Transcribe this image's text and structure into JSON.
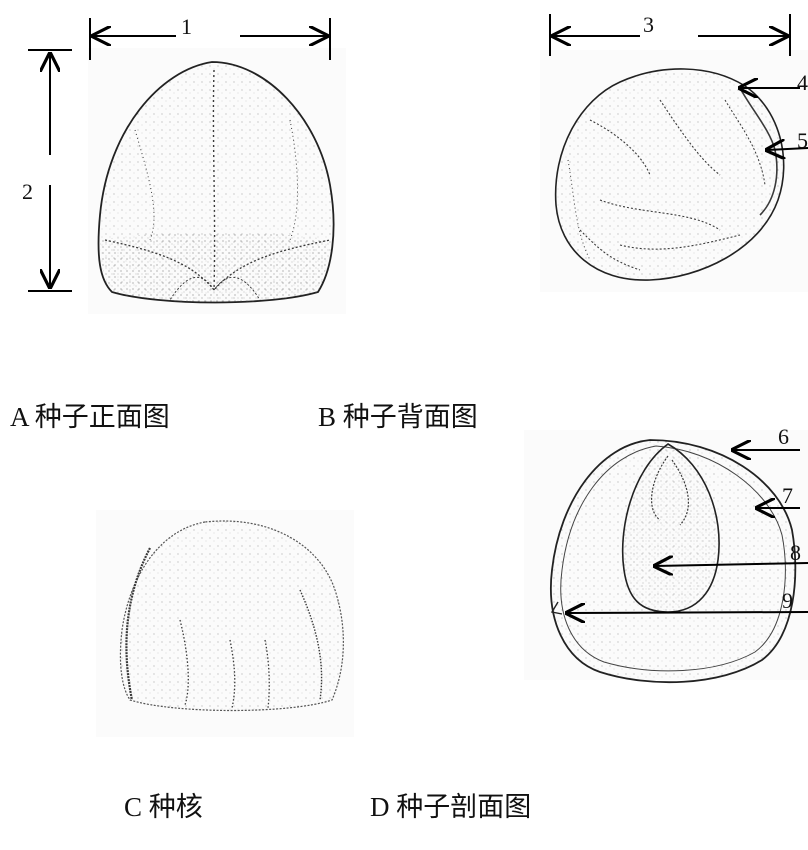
{
  "captions": {
    "a": "A 种子正面图",
    "b": "B 种子背面图",
    "c": "C 种核",
    "d": "D 种子剖面图"
  },
  "labels": {
    "n1": "1",
    "n2": "2",
    "n3": "3",
    "n4": "4",
    "n5": "5",
    "n6": "6",
    "n7": "7",
    "n8": "8",
    "n9": "9"
  }
}
